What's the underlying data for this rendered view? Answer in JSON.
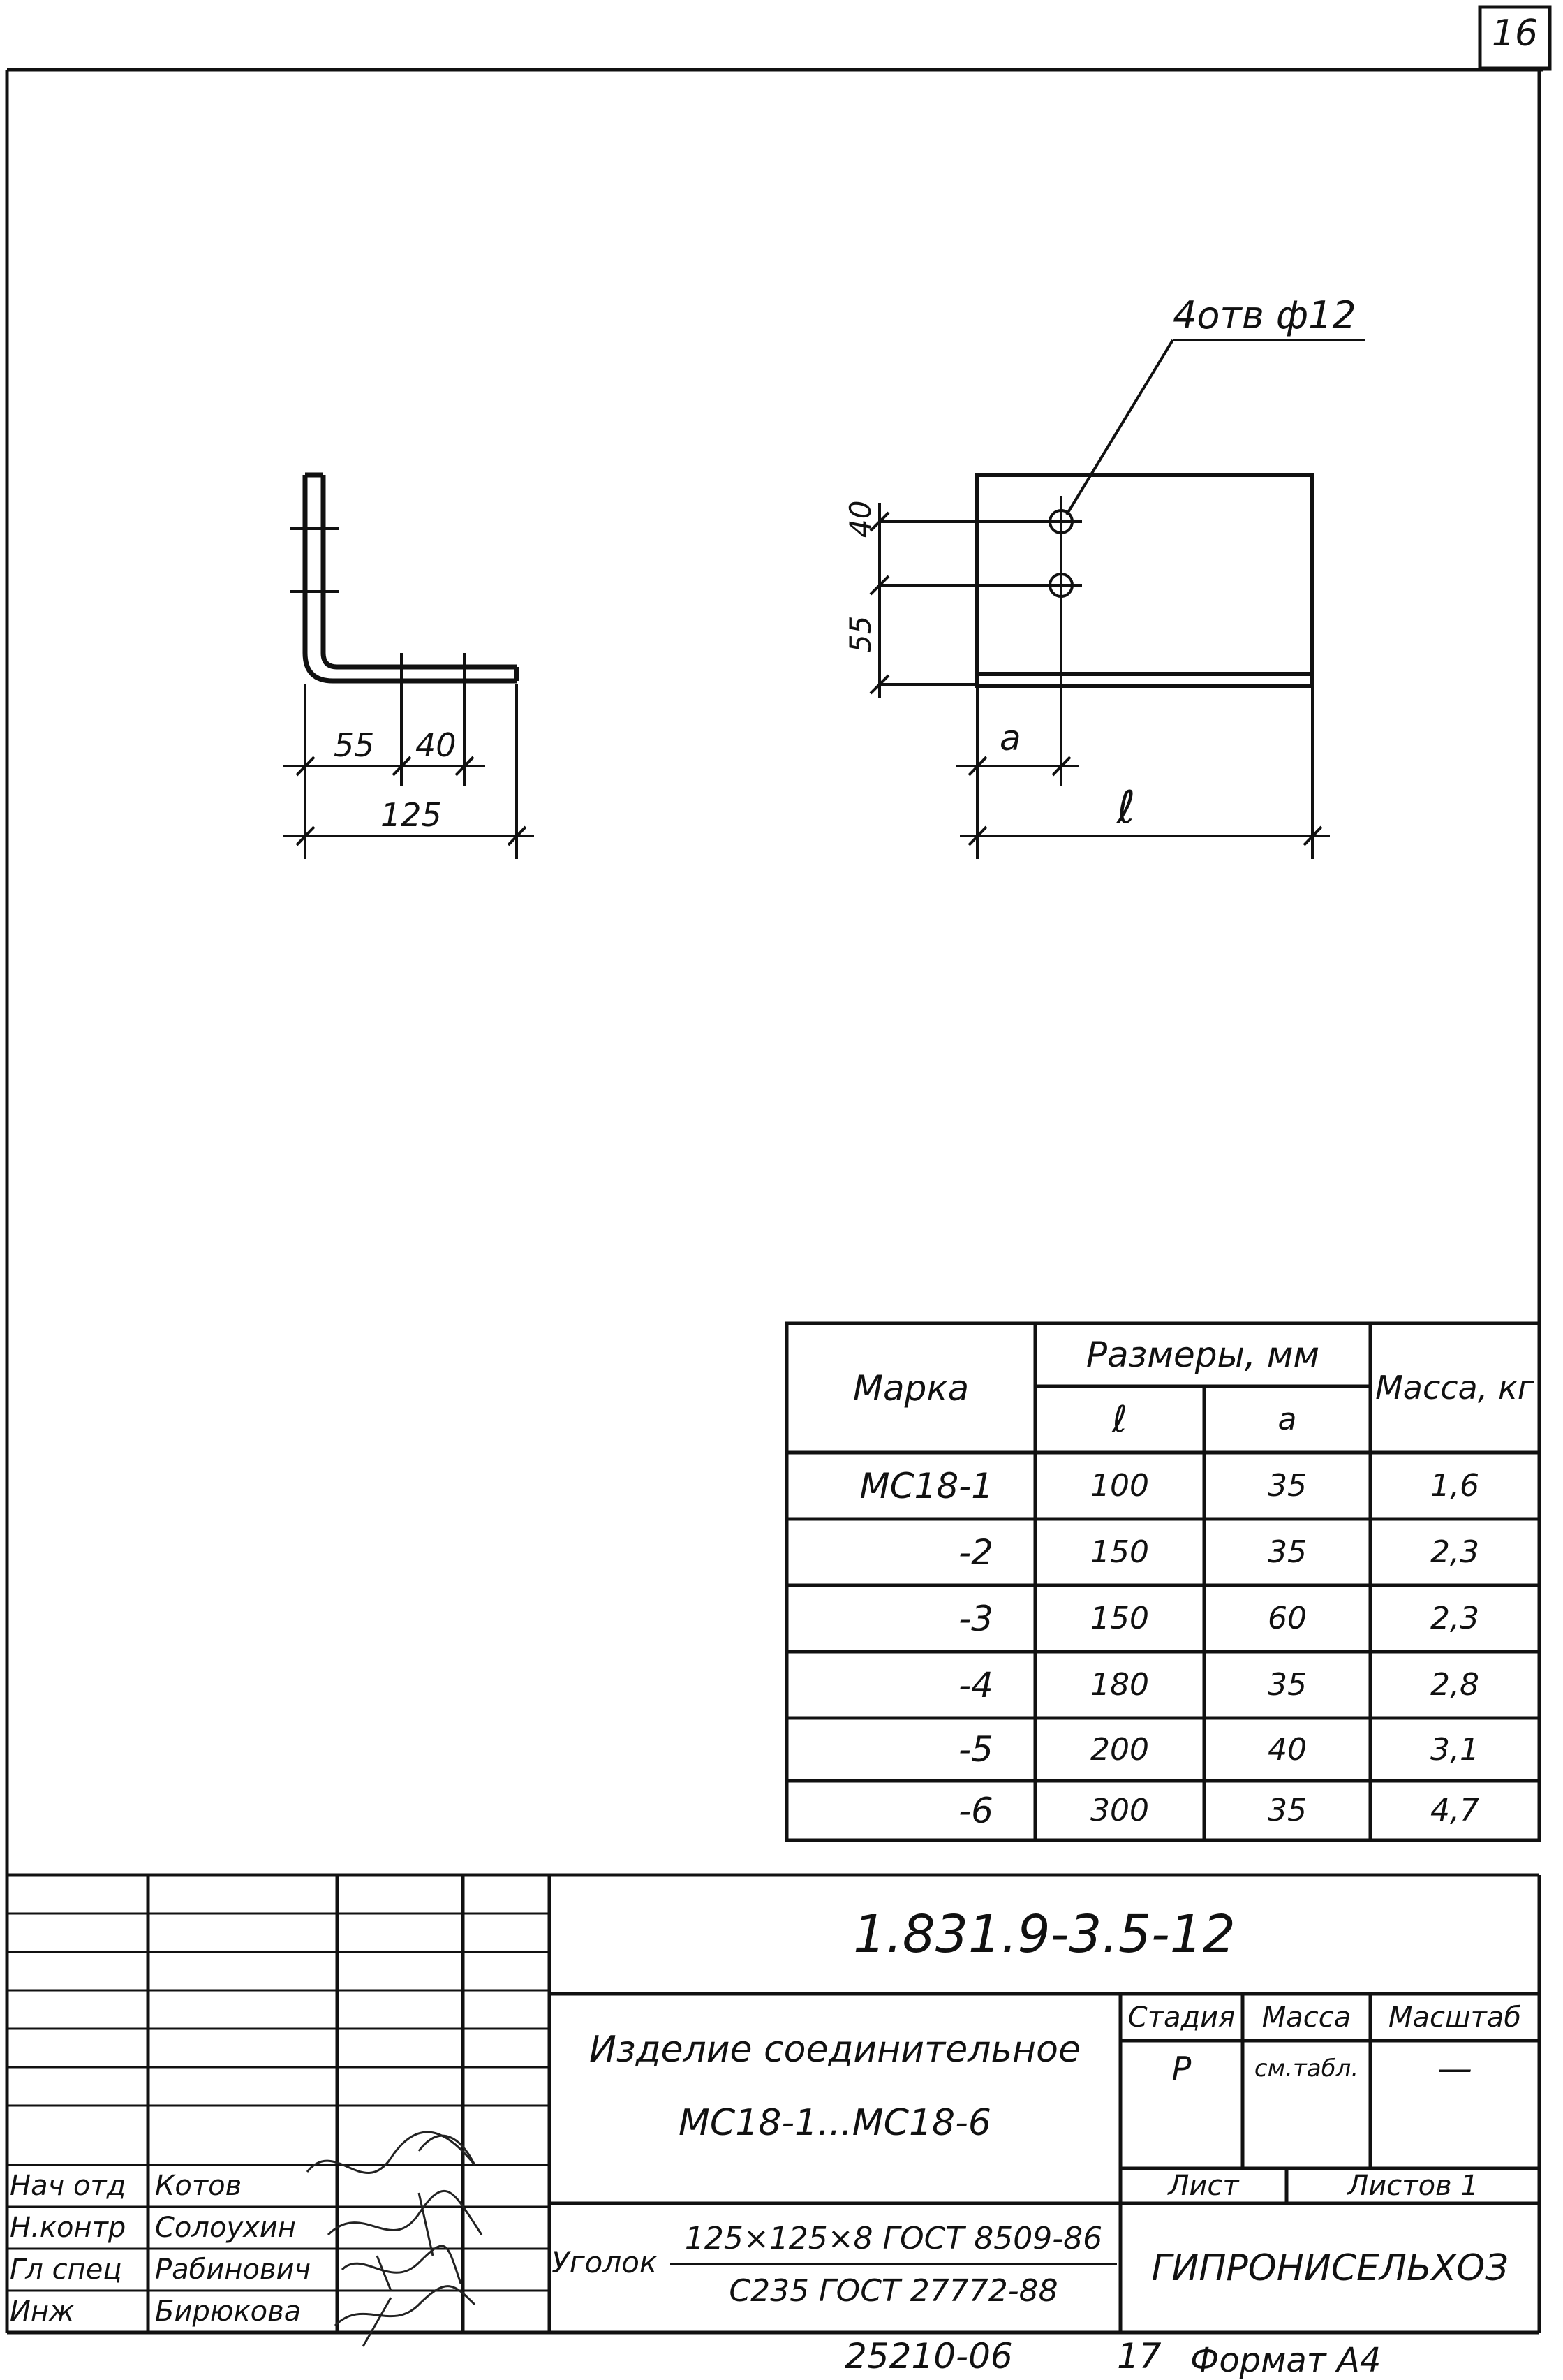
{
  "sheet_number": "16",
  "drawing": {
    "hole_callout": "4отв ф12",
    "side_view_dims": [
      "55",
      "40",
      "125"
    ],
    "front_view_dims": {
      "h1": "40",
      "h2": "55",
      "a": "a",
      "l": "ℓ"
    }
  },
  "spec_table": {
    "headers": {
      "mark": "Марка",
      "sizes": "Размеры, мм",
      "l": "ℓ",
      "a": "a",
      "mass": "Масса, кг"
    },
    "rows": [
      {
        "mark": "МС18-1",
        "l": "100",
        "a": "35",
        "mass": "1,6"
      },
      {
        "mark": "-2",
        "l": "150",
        "a": "35",
        "mass": "2,3"
      },
      {
        "mark": "-3",
        "l": "150",
        "a": "60",
        "mass": "2,3"
      },
      {
        "mark": "-4",
        "l": "180",
        "a": "35",
        "mass": "2,8"
      },
      {
        "mark": "-5",
        "l": "200",
        "a": "40",
        "mass": "3,1"
      },
      {
        "mark": "-6",
        "l": "300",
        "a": "35",
        "mass": "4,7"
      }
    ]
  },
  "title_block": {
    "doc_code": "1.831.9-3.5-12",
    "item_title_1": "Изделие соединительное",
    "item_title_2": "МС18-1...МС18-6",
    "stage_label": "Стадия",
    "mass_label": "Масса",
    "scale_label": "Масштаб",
    "stage_value": "Р",
    "mass_value": "см.табл.",
    "scale_value": "—",
    "sheet_label": "Лист",
    "sheets_label": "Листов 1",
    "material_label": "Уголок",
    "material_line_1": "125×125×8 ГОСТ 8509-86",
    "material_line_2": "С235 ГОСТ 27772-88",
    "organization": "ГИПРОНИСЕЛЬХОЗ",
    "signers": [
      {
        "role": "Нач отд",
        "name": "Котов"
      },
      {
        "role": "Н.контр",
        "name": "Солоухин"
      },
      {
        "role": "Гл спец",
        "name": "Рабинович"
      },
      {
        "role": "Инж",
        "name": "Бирюкова"
      }
    ]
  },
  "footer": {
    "inventory": "25210-06",
    "page": "17",
    "format": "Формат А4"
  }
}
